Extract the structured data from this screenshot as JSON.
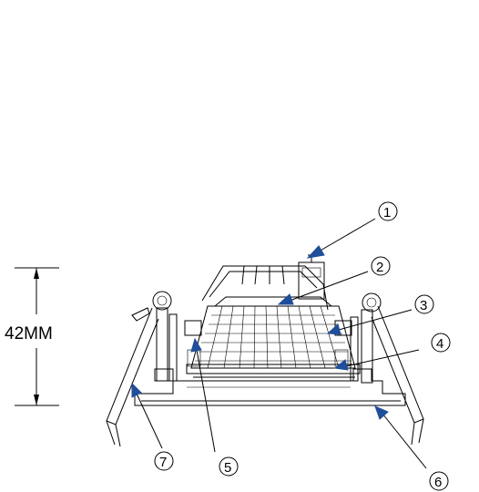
{
  "dimension": {
    "label": "42MM"
  },
  "callouts": [
    {
      "id": "1",
      "label": "①"
    },
    {
      "id": "2",
      "label": "②"
    },
    {
      "id": "3",
      "label": "③"
    },
    {
      "id": "4",
      "label": "④"
    },
    {
      "id": "5",
      "label": "⑤"
    },
    {
      "id": "6",
      "label": "⑥"
    },
    {
      "id": "7",
      "label": "⑦"
    }
  ],
  "colors": {
    "arrow": "#1f4e9a",
    "line": "#000000",
    "background": "#ffffff"
  }
}
